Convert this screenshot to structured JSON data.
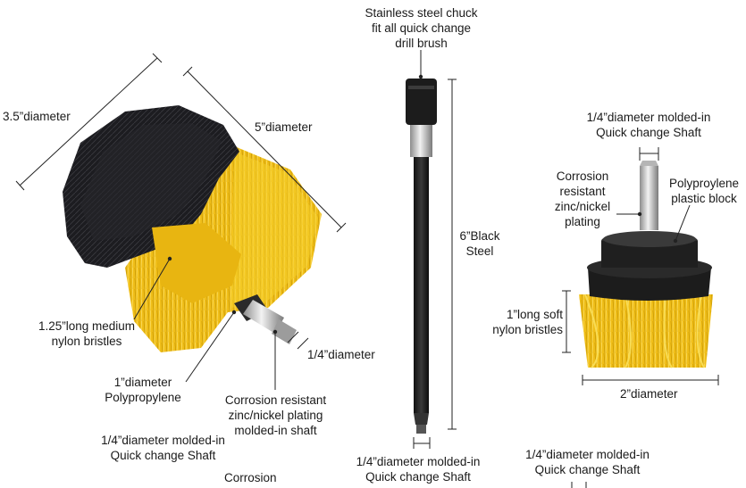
{
  "brush_left": {
    "diameter_large": "3.5”diameter",
    "diameter_medium": "5”diameter",
    "bristles": [
      "1.25”long medium",
      "nylon bristles"
    ],
    "block": [
      "1”diameter",
      "Polypropylene"
    ],
    "plating": [
      "Corrosion resistant",
      "zinc/nickel plating",
      "molded-in shaft"
    ],
    "shaft_diameter": "1/4”diameter",
    "shaft": [
      "1/4”diameter molded-in",
      "Quick change Shaft"
    ],
    "corrosion": "Corrosion"
  },
  "extension": {
    "chuck": [
      "Stainless steel chuck",
      "fit all quick change",
      "drill brush"
    ],
    "steel": [
      "6”Black",
      "Steel"
    ],
    "shaft": [
      "1/4”diameter molded-in",
      "Quick change Shaft"
    ]
  },
  "brush_right": {
    "shaft_top": [
      "1/4”diameter molded-in",
      "Quick change Shaft"
    ],
    "plating": [
      "Corrosion",
      "resistant",
      "zinc/nickel",
      "plating"
    ],
    "block": [
      "Polyproylene",
      "plastic block"
    ],
    "bristles": [
      "1”long soft",
      "nylon bristles"
    ],
    "diameter": "2”diameter",
    "shaft_bottom": [
      "1/4”diameter molded-in",
      "Quick change Shaft"
    ]
  },
  "colors": {
    "bristle_yellow": "#f2c21b",
    "bristle_dark": "#1b1b1f",
    "steel": "#c9c9c9"
  }
}
